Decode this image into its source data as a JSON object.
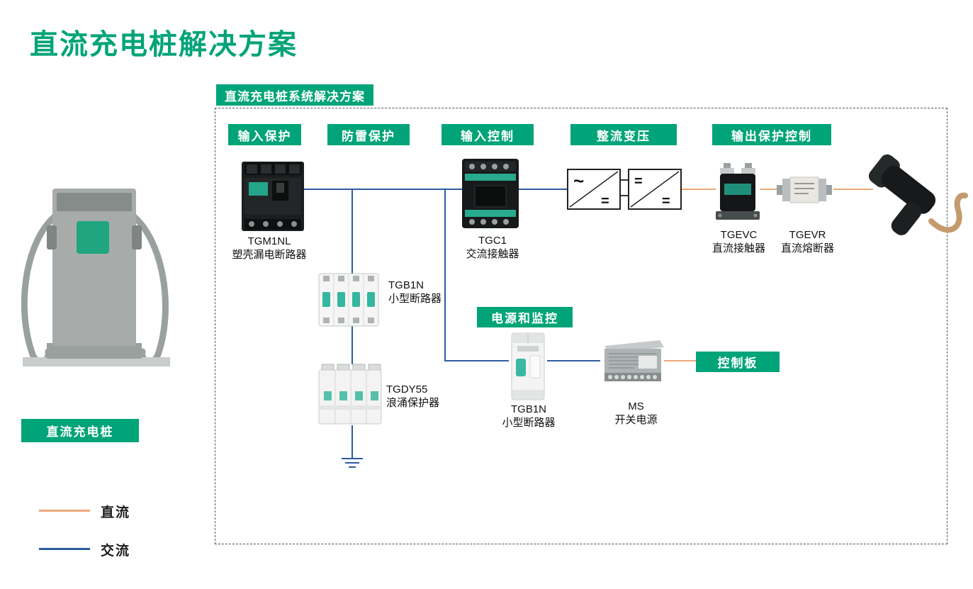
{
  "title": "直流充电桩解决方案",
  "diagram_header": "直流充电桩系统解决方案",
  "badges": {
    "input_protection": "输入保护",
    "lightning_protection": "防雷保护",
    "input_control": "输入控制",
    "rectify_transform": "整流变压",
    "output_protection": "输出保护控制",
    "power_monitoring": "电源和监控",
    "control_board": "控制板"
  },
  "components": {
    "tgm1nl": {
      "name": "TGM1NL",
      "desc": "塑壳漏电断路器"
    },
    "tgb1n_main": {
      "name": "TGB1N",
      "desc": "小型断路器"
    },
    "tgdy55": {
      "name": "TGDY55",
      "desc": "浪涌保护器"
    },
    "tgc1": {
      "name": "TGC1",
      "desc": "交流接触器"
    },
    "tgevc": {
      "name": "TGEVC",
      "desc": "直流接触器"
    },
    "tgevr": {
      "name": "TGEVR",
      "desc": "直流熔断器"
    },
    "tgb1n_aux": {
      "name": "TGB1N",
      "desc": "小型断路器"
    },
    "ms": {
      "name": "MS",
      "desc": "开关电源"
    }
  },
  "rectifier": {
    "acdc_in": "~",
    "acdc_out": "=",
    "dcdc_in": "=",
    "dcdc_out": "="
  },
  "pile_label": "直流充电桩",
  "legend": {
    "dc": "直流",
    "ac": "交流"
  },
  "colors": {
    "green": "#00A478",
    "ac_blue": "#2E5C9E",
    "dc_orange": "#ECA979"
  }
}
